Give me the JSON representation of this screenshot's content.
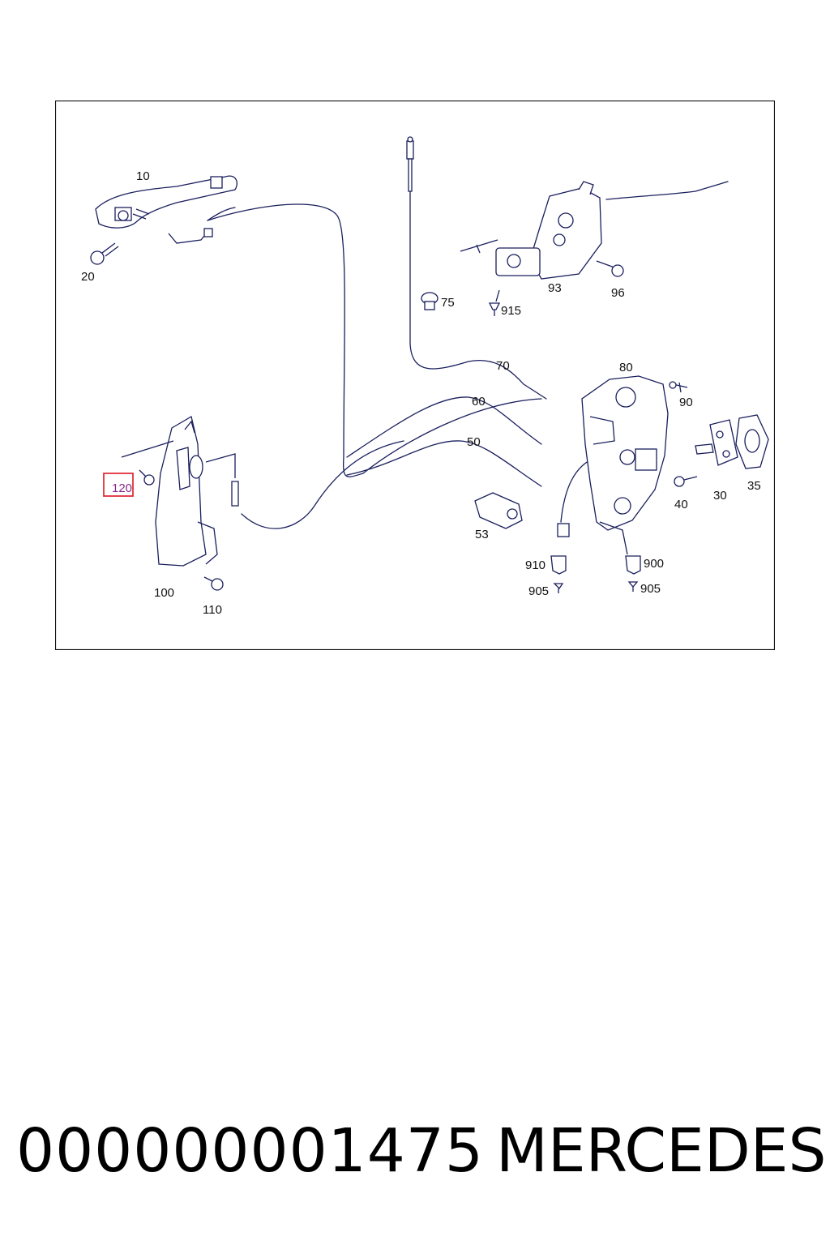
{
  "diagram": {
    "parts": [
      {
        "id": "10",
        "label": "10"
      },
      {
        "id": "20",
        "label": "20"
      },
      {
        "id": "30",
        "label": "30"
      },
      {
        "id": "35",
        "label": "35"
      },
      {
        "id": "40",
        "label": "40"
      },
      {
        "id": "50",
        "label": "50"
      },
      {
        "id": "53",
        "label": "53"
      },
      {
        "id": "60",
        "label": "60"
      },
      {
        "id": "70",
        "label": "70"
      },
      {
        "id": "75",
        "label": "75"
      },
      {
        "id": "80",
        "label": "80"
      },
      {
        "id": "90",
        "label": "90"
      },
      {
        "id": "93",
        "label": "93"
      },
      {
        "id": "96",
        "label": "96"
      },
      {
        "id": "100",
        "label": "100"
      },
      {
        "id": "110",
        "label": "110"
      },
      {
        "id": "120",
        "label": "120"
      },
      {
        "id": "900",
        "label": "900"
      },
      {
        "id": "905a",
        "label": "905"
      },
      {
        "id": "905b",
        "label": "905"
      },
      {
        "id": "910",
        "label": "910"
      },
      {
        "id": "915",
        "label": "915"
      }
    ],
    "highlighted_part": "120",
    "highlight_color": "#e0303a",
    "line_color": "#1a1f5c"
  },
  "caption": {
    "part_number": "000000001475",
    "brand": "MERCEDES"
  }
}
